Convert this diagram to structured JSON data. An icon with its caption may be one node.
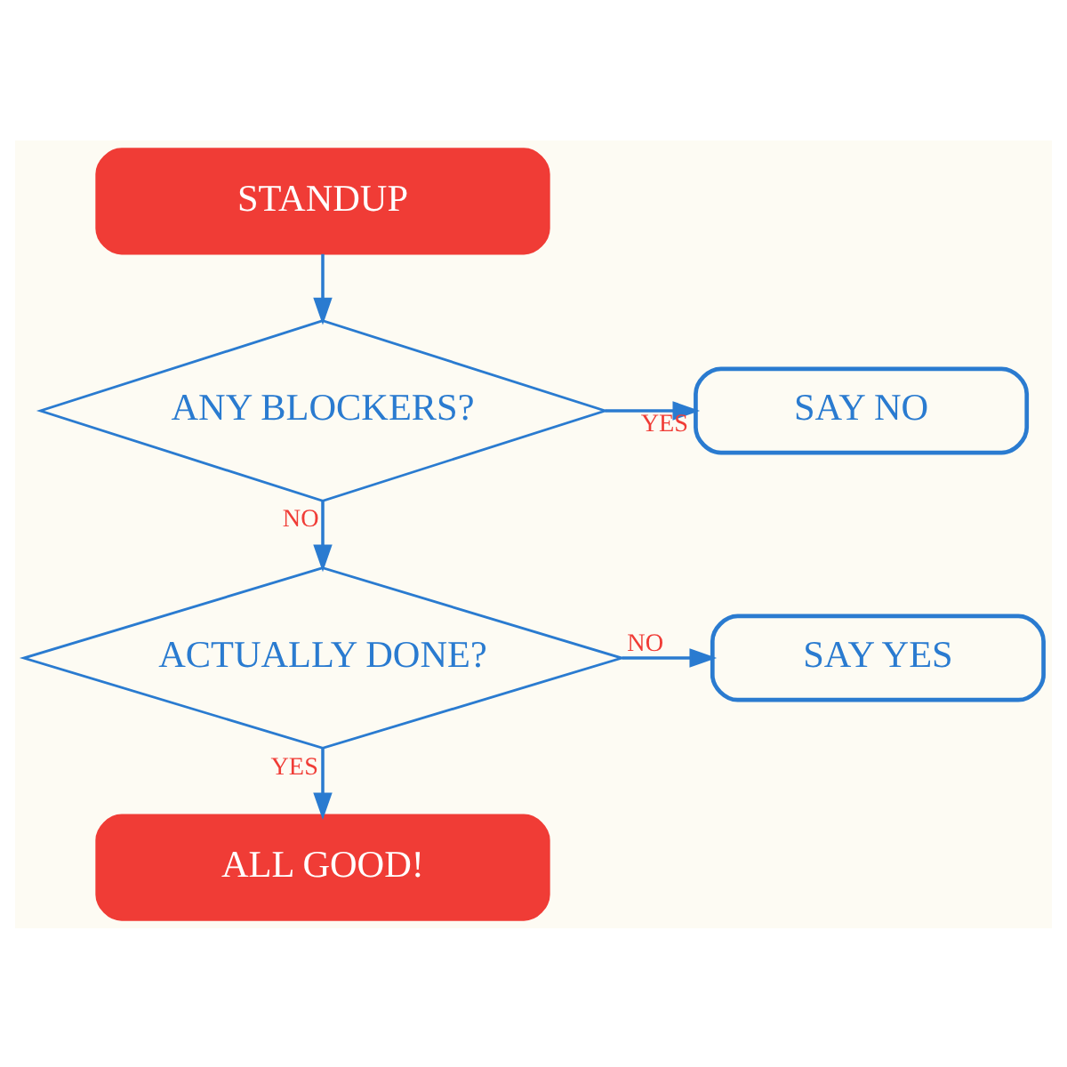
{
  "diagram": {
    "nodes": [
      {
        "text": [
          "STANDUP"
        ]
      },
      {
        "text": [
          "ANY BLOCKERS?"
        ]
      },
      {
        "text": [
          "SAY NO"
        ]
      },
      {
        "text": [
          "ACTUALLY DONE?"
        ]
      },
      {
        "text": [
          "SAY YES"
        ]
      },
      {
        "text": [
          "ALL GOOD!"
        ]
      }
    ],
    "edges": [
      {
        "from": 0,
        "to": 1,
        "arrow": "to"
      },
      {
        "from": 1,
        "to": 2,
        "arrow": "to",
        "label": "YES"
      },
      {
        "from": 1,
        "to": 3,
        "arrow": "to",
        "label": "NO"
      },
      {
        "from": 3,
        "to": 4,
        "arrow": "to",
        "label": "NO"
      },
      {
        "from": 3,
        "to": 5,
        "arrow": "to",
        "label": "YES"
      }
    ]
  }
}
